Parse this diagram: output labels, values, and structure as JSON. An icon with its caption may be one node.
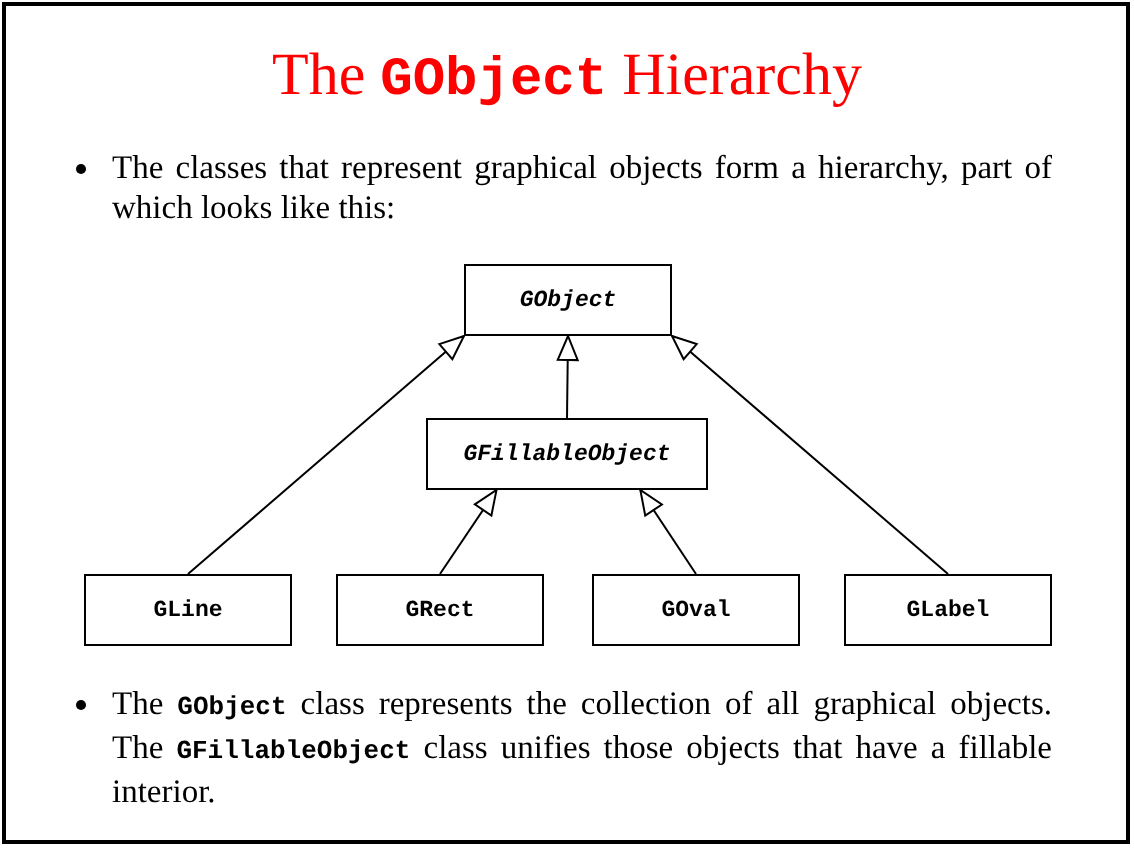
{
  "diagram": {
    "title": "The **GObject** Hierarchy",
    "nodes": [
      {
        "text": [
          "GObject"
        ]
      },
      {
        "text": [
          "GFillableObject"
        ]
      },
      {
        "text": [
          "GLine"
        ]
      },
      {
        "text": [
          "GRect"
        ]
      },
      {
        "text": [
          "GOval"
        ]
      },
      {
        "text": [
          "GLabel"
        ]
      }
    ],
    "edges": [
      {
        "from": 1,
        "to": 0,
        "arrow": "to"
      },
      {
        "from": 2,
        "to": 0,
        "arrow": "to"
      },
      {
        "from": 3,
        "to": 1,
        "arrow": "to"
      },
      {
        "from": 4,
        "to": 1,
        "arrow": "to"
      },
      {
        "from": 5,
        "to": 0,
        "arrow": "to"
      }
    ],
    "labels": [
      "The classes that represent graphical objects form a hierarchy, part of which looks like this:",
      "The **GObject** class represents the collection of all graphical objects.  The **GFillableObject** class unifies those objects that have a fillable interior."
    ]
  }
}
